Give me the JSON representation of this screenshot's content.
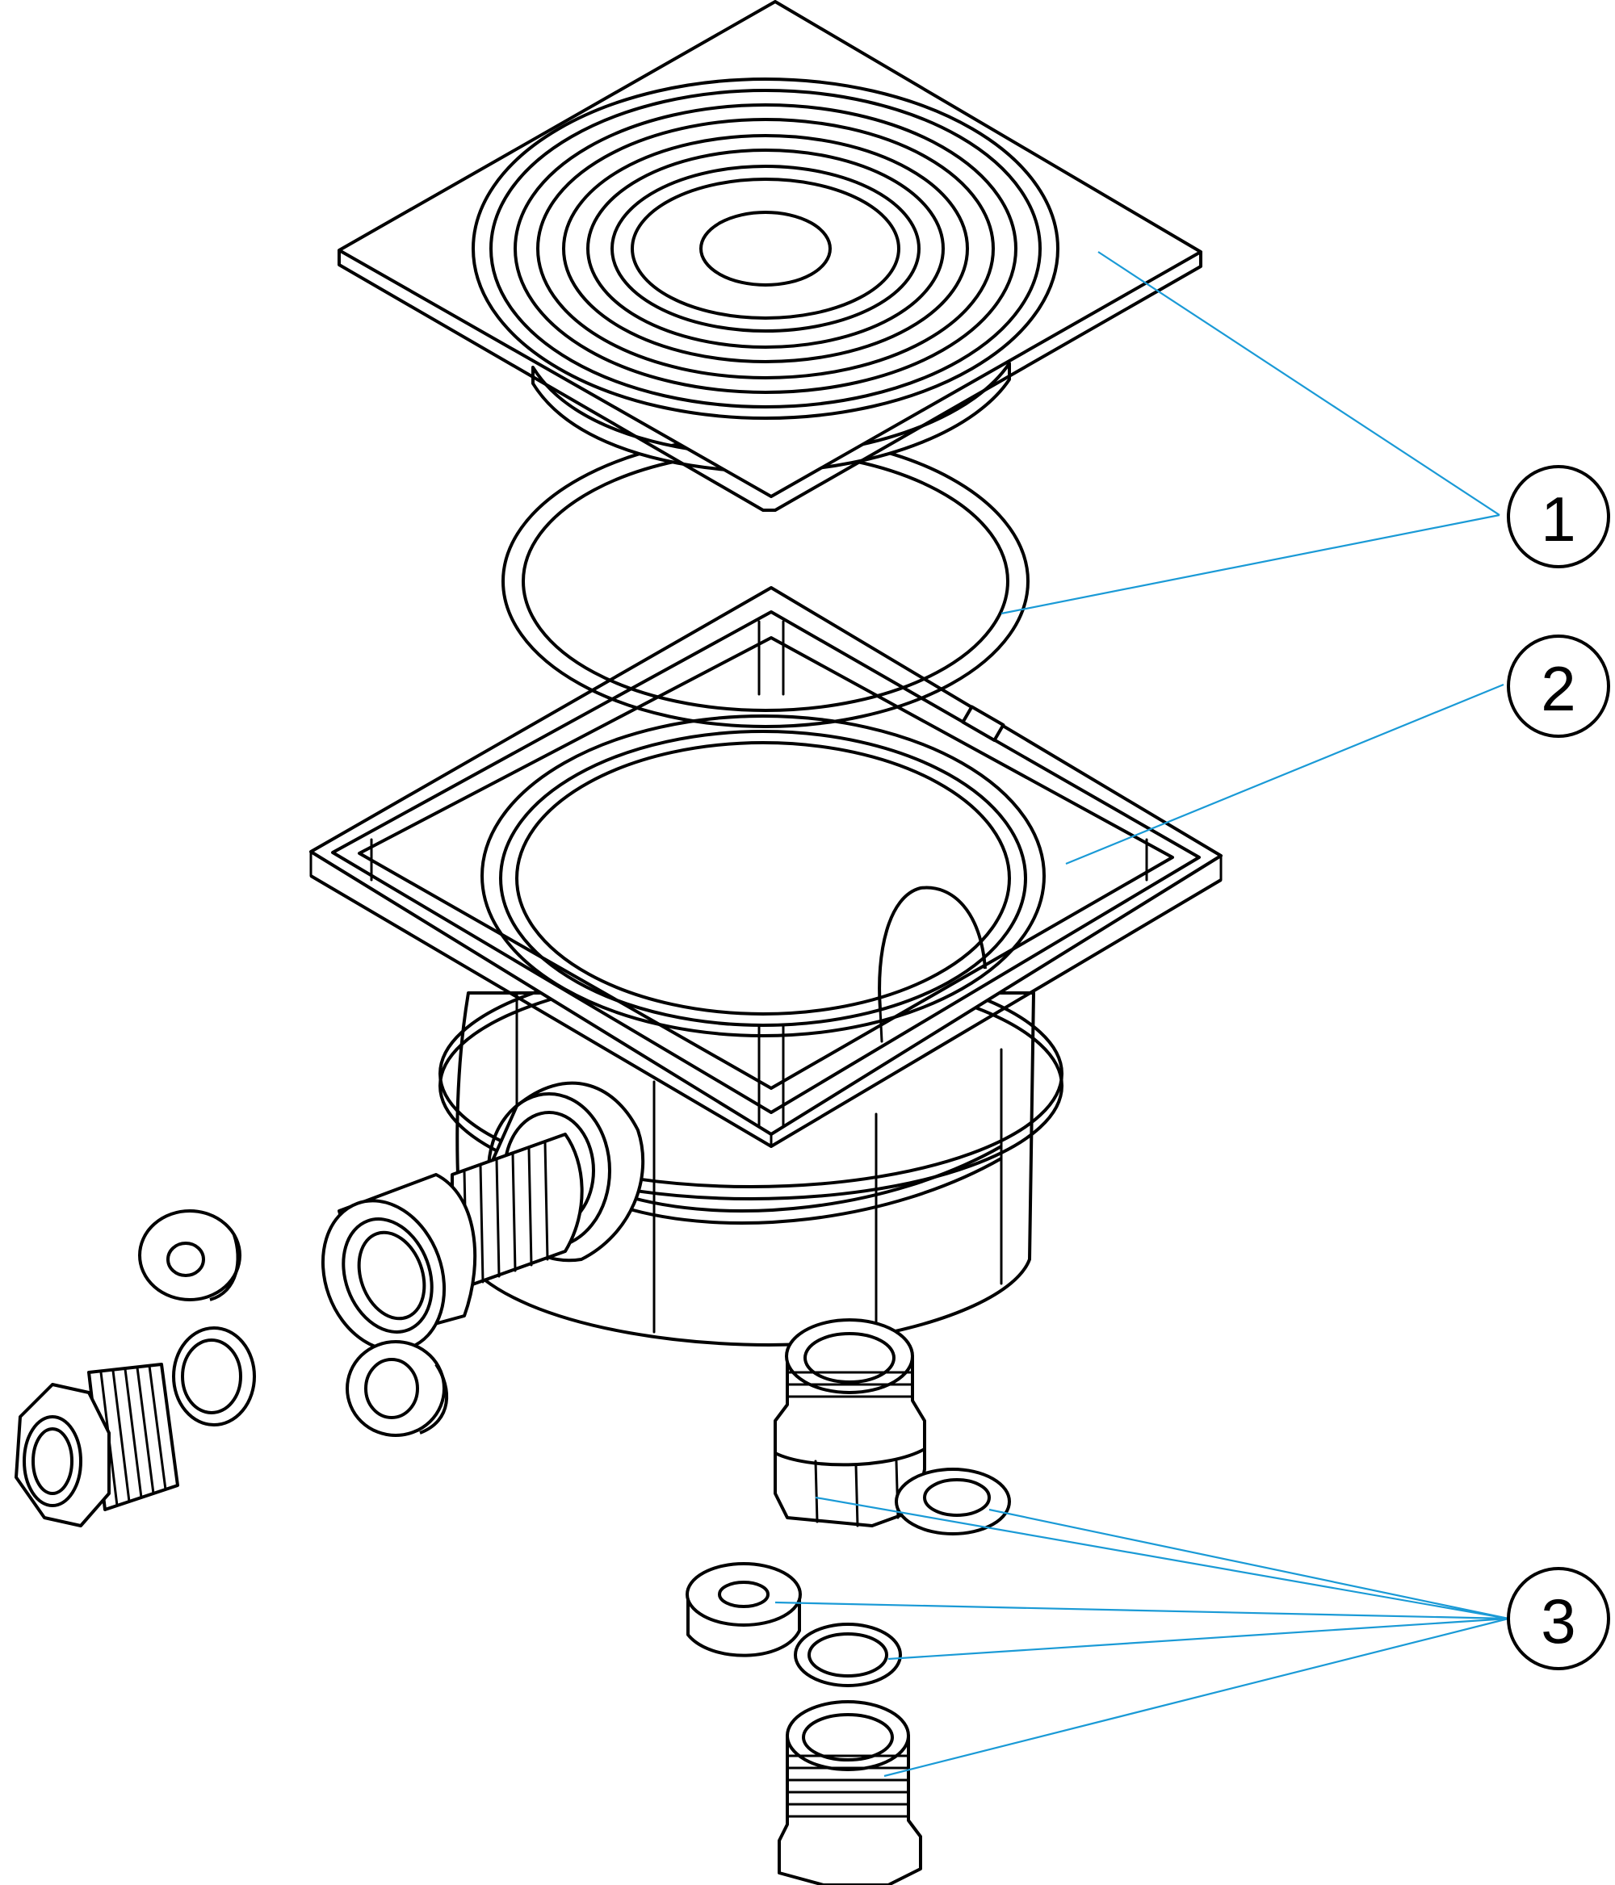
{
  "colors": {
    "line": "#000000",
    "leader": "#1a9ad6",
    "background": "#ffffff"
  },
  "callouts": [
    {
      "label": "1"
    },
    {
      "label": "2"
    },
    {
      "label": "3"
    }
  ]
}
